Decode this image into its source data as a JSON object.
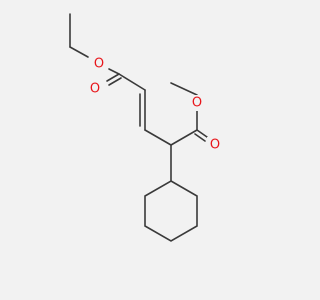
{
  "molecule": {
    "colors": {
      "background": "#f2f2f2",
      "bond": "#3a3a3a",
      "oxygen": "#e8161b"
    },
    "atoms": [
      {
        "id": "o_ethyl_ether",
        "label": "O"
      },
      {
        "id": "o_ethyl_carbonyl",
        "label": "O"
      },
      {
        "id": "o_methyl_ether",
        "label": "O"
      },
      {
        "id": "o_methyl_carbonyl",
        "label": "O"
      }
    ]
  }
}
